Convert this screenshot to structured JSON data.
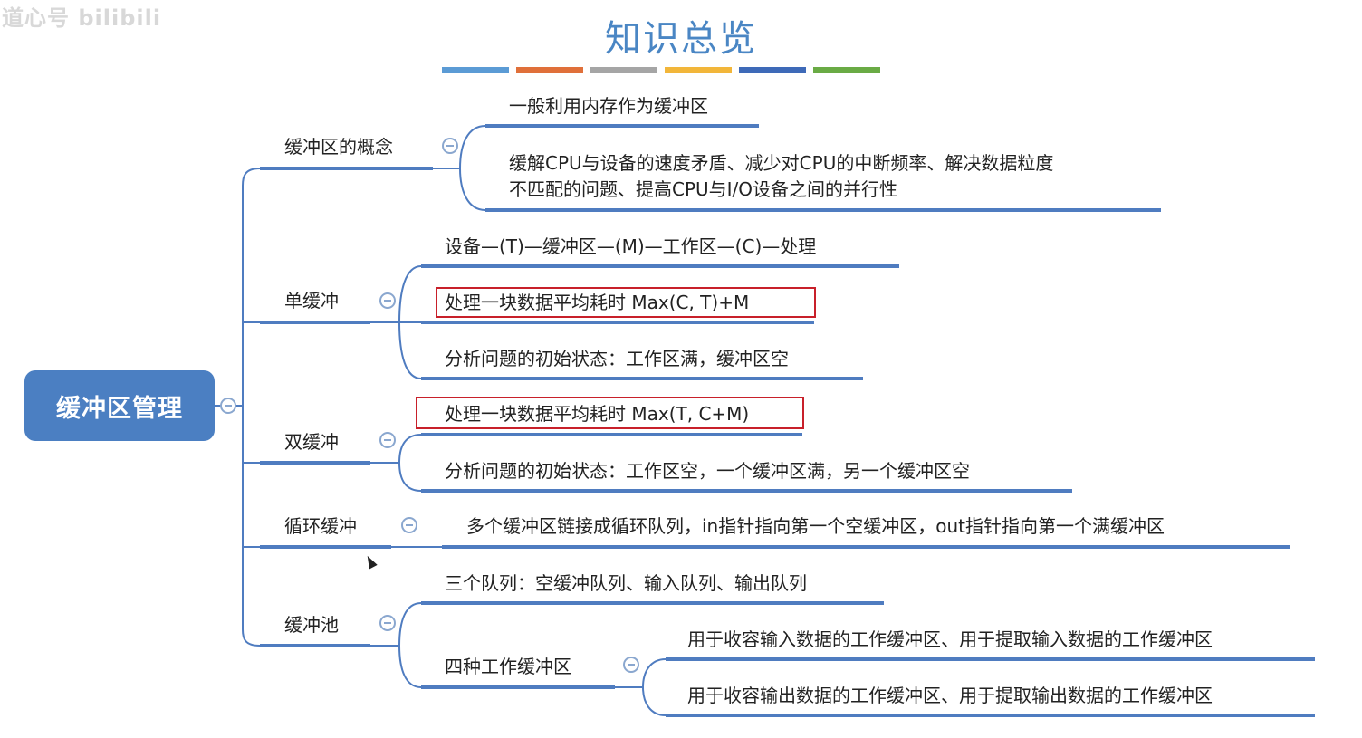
{
  "watermark": "道心号 bilibili",
  "title": "知识总览",
  "deco_colors": [
    "#5b9bd5",
    "#e0703a",
    "#a5a5a5",
    "#f2b63a",
    "#3e6ab8",
    "#6aab45"
  ],
  "root": "缓冲区管理",
  "branches": {
    "concept": {
      "label": "缓冲区的概念",
      "items": [
        "一般利用内存作为缓冲区",
        "缓解CPU与设备的速度矛盾、减少对CPU的中断频率、解决数据粒度",
        "不匹配的问题、提高CPU与I/O设备之间的并行性"
      ]
    },
    "single": {
      "label": "单缓冲",
      "items": [
        "设备—(T)—缓冲区—(M)—工作区—(C)—处理",
        "处理一块数据平均耗时 Max(C, T)+M",
        "分析问题的初始状态：工作区满，缓冲区空"
      ]
    },
    "double": {
      "label": "双缓冲",
      "items": [
        "处理一块数据平均耗时 Max(T, C+M)",
        "分析问题的初始状态：工作区空，一个缓冲区满，另一个缓冲区空"
      ]
    },
    "circular": {
      "label": "循环缓冲",
      "items": [
        "多个缓冲区链接成循环队列，in指针指向第一个空缓冲区，out指针指向第一个满缓冲区"
      ]
    },
    "pool": {
      "label": "缓冲池",
      "items": [
        "三个队列：空缓冲队列、输入队列、输出队列"
      ],
      "sub": {
        "label": "四种工作缓冲区",
        "items": [
          "用于收容输入数据的工作缓冲区、用于提取输入数据的工作缓冲区",
          "用于收容输出数据的工作缓冲区、用于提取输出数据的工作缓冲区"
        ]
      }
    }
  },
  "colors": {
    "accent": "#4b7fc2",
    "line": "#4f7cc0",
    "highlight": "#c8202a"
  }
}
